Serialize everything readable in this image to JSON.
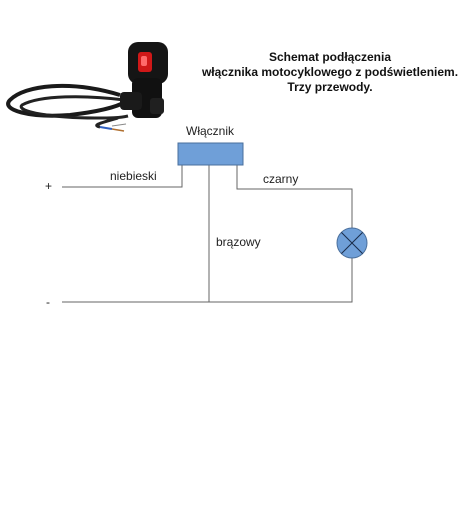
{
  "title": {
    "line1": "Schemat podłączenia",
    "line2": "włącznika motocyklowego z podświetleniem.",
    "line3": "Trzy przewody."
  },
  "labels": {
    "switch": "Włącznik",
    "blue": "niebieski",
    "black": "czarny",
    "brown": "brązowy",
    "plus": "+",
    "minus": "-"
  },
  "colors": {
    "switch_fill": "#6f9fd8",
    "lamp_fill": "#6f9fd8",
    "wire": "#666666",
    "switch_body": "#151515",
    "switch_light": "#d01818"
  },
  "icons": {
    "product": "motorcycle-switch-photo",
    "lamp": "lamp-icon"
  }
}
